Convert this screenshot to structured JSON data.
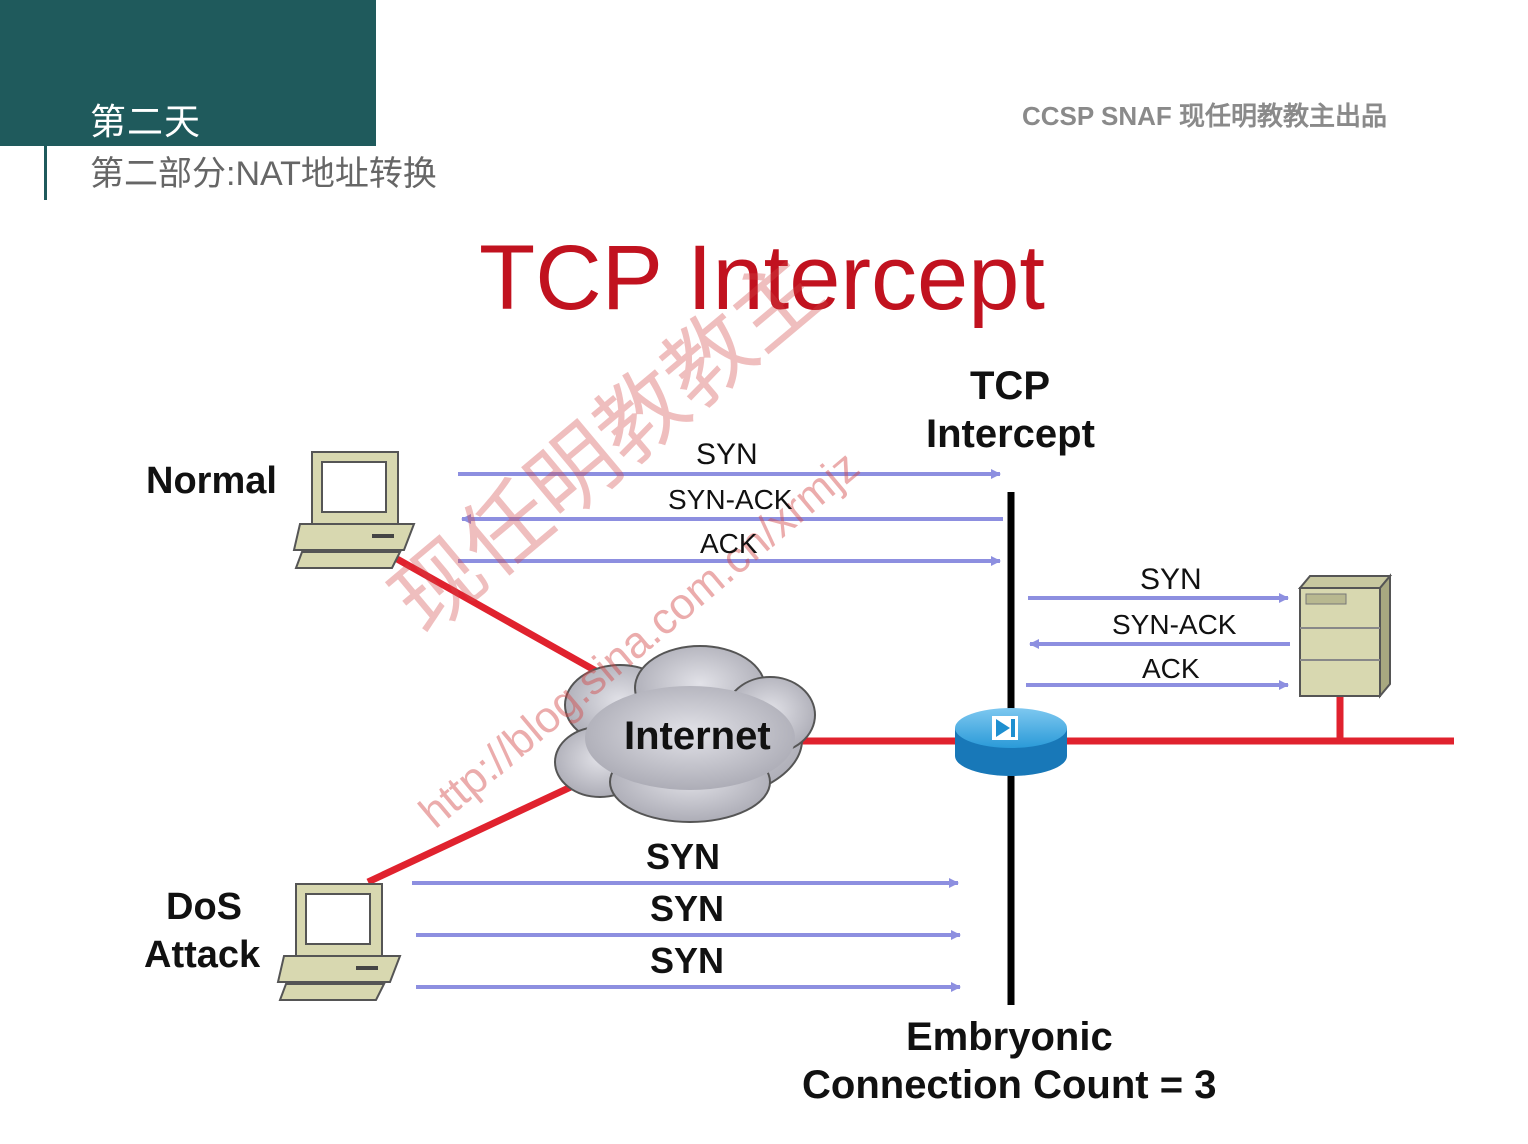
{
  "header": {
    "day": "第二天",
    "section": "第二部分:NAT地址转换",
    "credit": "CCSP SNAF  现任明教教主出品"
  },
  "title": "TCP Intercept",
  "labels": {
    "normal": "Normal",
    "dos_line1": "DoS",
    "dos_line2": "Attack",
    "internet": "Internet",
    "intercept_line1": "TCP",
    "intercept_line2": "Intercept",
    "embryonic_line1": "Embryonic",
    "embryonic_line2": "Connection Count = 3"
  },
  "normal_flow": [
    "SYN",
    "SYN-ACK",
    "ACK"
  ],
  "server_flow": [
    "SYN",
    "SYN-ACK",
    "ACK"
  ],
  "attack_flow": [
    "SYN",
    "SYN",
    "SYN"
  ],
  "watermark": {
    "text": "现任明教教主",
    "url": "http://blog.sina.com.cn/xrmjz"
  },
  "colors": {
    "header": "#1f5a5c",
    "title": "#c1121f",
    "link": "#e0222e",
    "arrow": "#8d8fe0",
    "computer": "#d8d8b0",
    "router": "#1e8fd0"
  }
}
